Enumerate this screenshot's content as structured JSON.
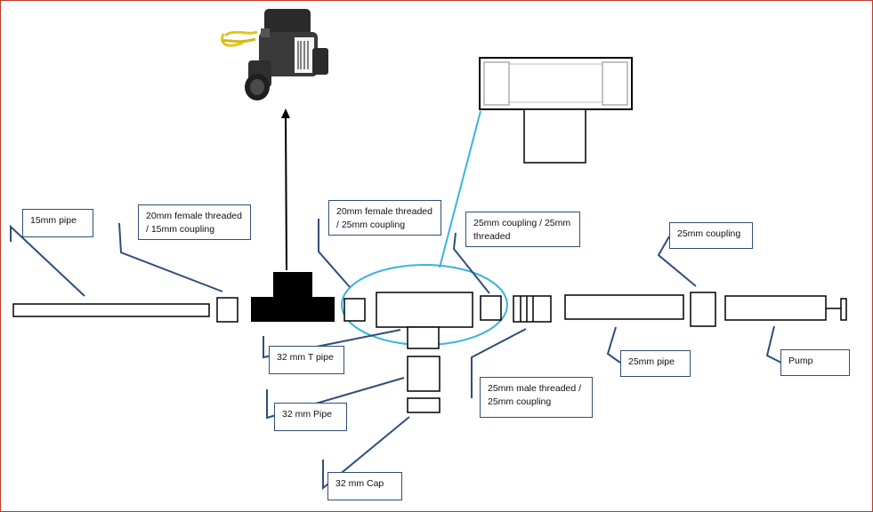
{
  "labels": {
    "pipe_15mm": "15mm pipe",
    "coupling_20mm_15mm": "20mm female threaded / 15mm coupling",
    "coupling_20mm_25mm": "20mm female threaded / 25mm coupling",
    "coupling_25mm_threaded": "25mm coupling / 25mm threaded",
    "coupling_25mm": "25mm coupling",
    "t_pipe_32mm": "32 mm T pipe",
    "pipe_32mm": "32 mm Pipe",
    "cap_32mm": "32 mm Cap",
    "male_threaded_25mm": "25mm male threaded / 25mm coupling",
    "pipe_25mm": "25mm pipe",
    "pump": "Pump"
  },
  "icons": {
    "valve": "solenoid-valve-photo",
    "arrow": "arrow-up"
  },
  "colors": {
    "leader_line": "#2f4f78",
    "highlight": "#3ab4dc",
    "frame": "#c0392b",
    "part_fill": "#ffffff",
    "t_fitting": "#000000"
  }
}
